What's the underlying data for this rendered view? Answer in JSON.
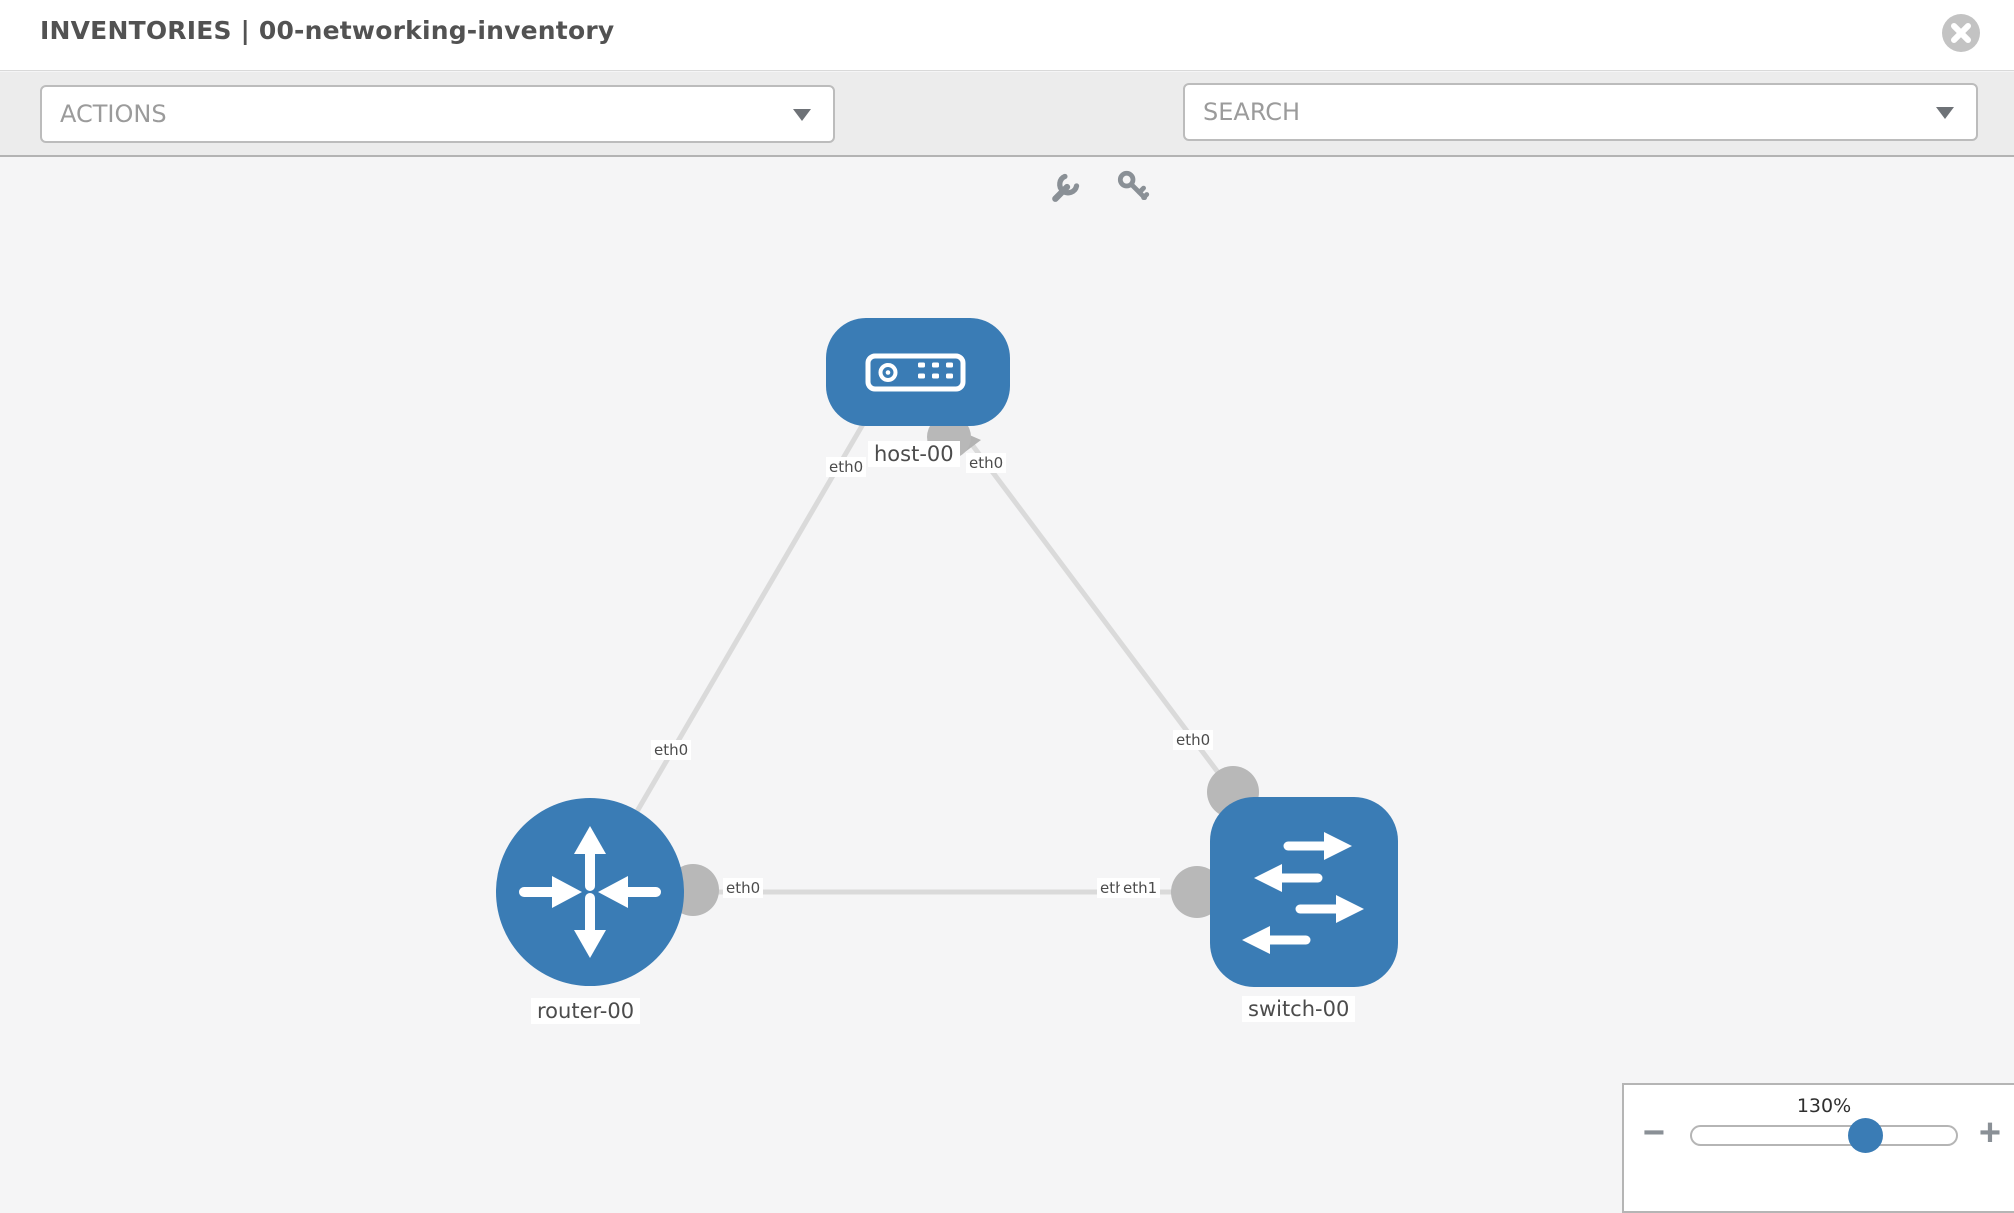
{
  "window": {
    "title": "INVENTORIES | 00-networking-inventory"
  },
  "toolbar": {
    "actions": {
      "label": "ACTIONS"
    },
    "search": {
      "label": "SEARCH"
    },
    "tools": [
      {
        "icon": "wrench-icon"
      },
      {
        "icon": "key-icon"
      }
    ]
  },
  "topology": {
    "nodes": [
      {
        "label": "host-00",
        "type": "host"
      },
      {
        "label": "router-00",
        "type": "router"
      },
      {
        "label": "switch-00",
        "type": "switch"
      }
    ],
    "links": [
      {
        "from": "router-00",
        "to": "host-00"
      },
      {
        "from": "host-00",
        "to": "switch-00"
      },
      {
        "from": "router-00",
        "to": "switch-00"
      }
    ],
    "interface_labels": [
      {
        "text": "eth0",
        "at": "host-end-host-router-link"
      },
      {
        "text": "eth0",
        "at": "host-end-host-switch-link"
      },
      {
        "text": "eth0",
        "at": "router-end-host-router-link"
      },
      {
        "text": "eth0",
        "at": "switch-end-host-switch-link"
      },
      {
        "text": "eth0",
        "at": "router-end-router-switch-link"
      },
      {
        "text": "eth0",
        "at": "switch-end-router-switch-link"
      },
      {
        "text": "eth1",
        "at": "switch-end-router-switch-link-overlap"
      }
    ]
  },
  "zoom_control": {
    "level": "130%",
    "minus": "−",
    "plus": "+"
  },
  "colors": {
    "node_blue": "#3a7cb5",
    "link_gray": "#dadada",
    "port_gray": "#b8b8b8",
    "toolbar_bg": "#ececec",
    "canvas_bg": "#f5f5f6"
  }
}
